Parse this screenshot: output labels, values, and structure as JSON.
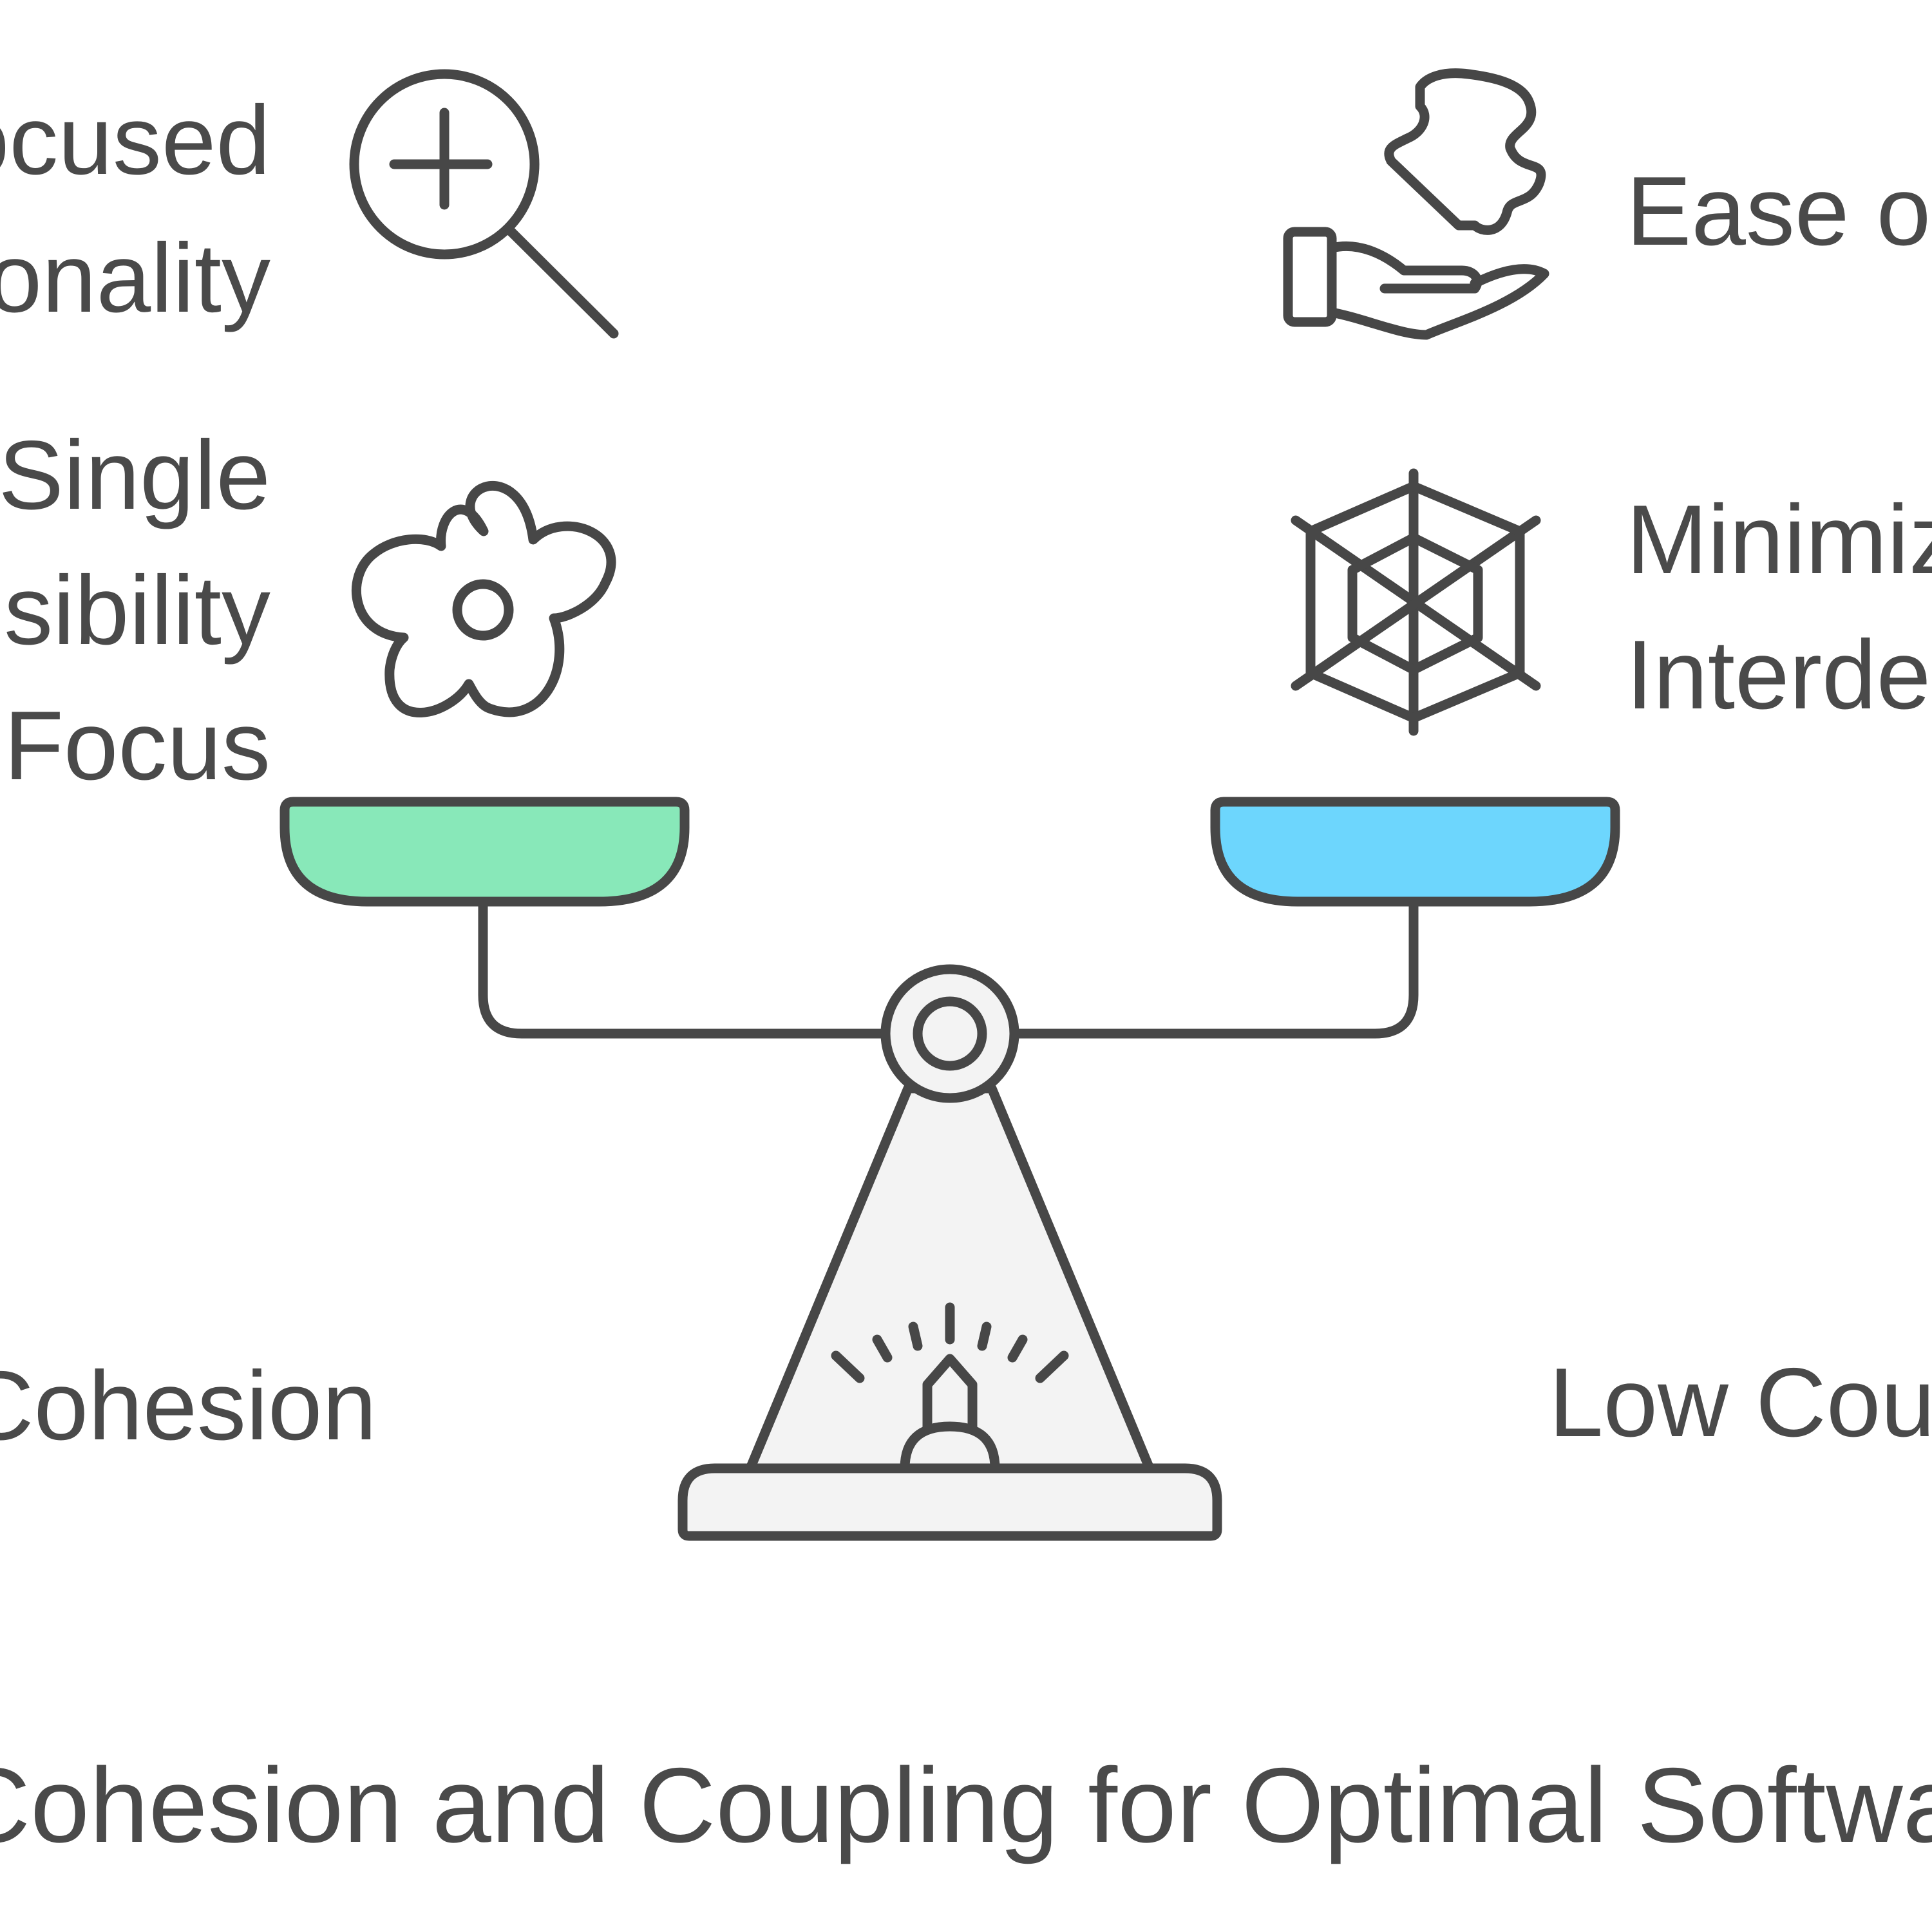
{
  "title": "Balancing Cohesion and Coupling for Optimal Software Design",
  "left_side": {
    "heading": "High Cohesion",
    "items": [
      {
        "label_lines": [
          "Focused",
          "Functionality"
        ],
        "icon": "magnifier-plus-icon"
      },
      {
        "label_lines": [
          "Single",
          "Responsibility",
          "Focus"
        ],
        "icon": "flower-icon"
      }
    ],
    "pan_color": "#88e8b9"
  },
  "right_side": {
    "heading": "Low Coupling",
    "items": [
      {
        "label_lines": [
          "Ease of Change"
        ],
        "icon": "hand-puzzle-icon"
      },
      {
        "label_lines": [
          "Minimized",
          "Interdependence"
        ],
        "icon": "spider-web-icon"
      }
    ],
    "pan_color": "#6dd6fd"
  },
  "colors": {
    "line": "#474747",
    "base_fill": "#f3f3f3",
    "text": "#4a4a4a"
  }
}
